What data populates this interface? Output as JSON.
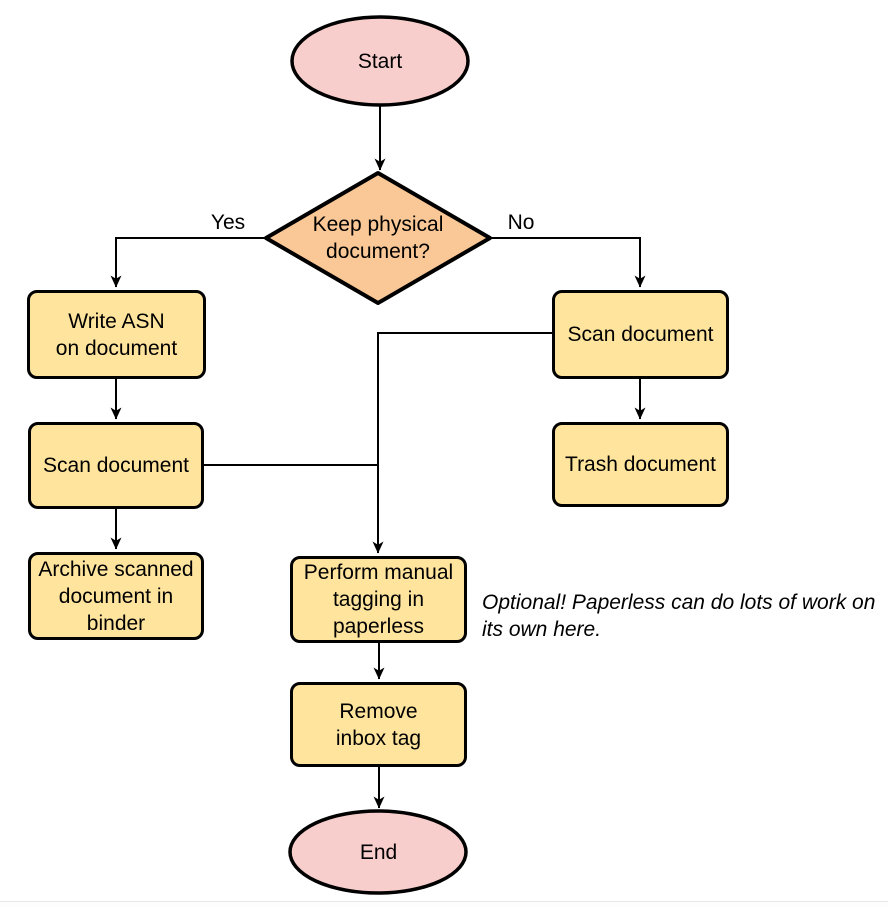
{
  "colors": {
    "terminator_fill": "#f8cecc",
    "decision_fill": "#fac896",
    "process_fill": "#ffe49e",
    "shape_stroke": "#000000",
    "edge_color": "#000000",
    "text_color": "#000000",
    "page_divider": "#e8e8e8"
  },
  "flowchart": {
    "nodes": {
      "start": {
        "shape": "terminator",
        "label": "Start"
      },
      "keep_physical": {
        "shape": "decision",
        "label": "Keep physical\ndocument?"
      },
      "write_asn": {
        "shape": "process",
        "label": "Write ASN\non document"
      },
      "scan_document_left": {
        "shape": "process",
        "label": "Scan document"
      },
      "archive_binder": {
        "shape": "process",
        "label": "Archive scanned\ndocument in\nbinder"
      },
      "scan_document_right": {
        "shape": "process",
        "label": "Scan document"
      },
      "trash_document": {
        "shape": "process",
        "label": "Trash document"
      },
      "manual_tagging": {
        "shape": "process",
        "label": "Perform manual\ntagging in\npaperless"
      },
      "remove_inbox_tag": {
        "shape": "process",
        "label": "Remove\ninbox tag"
      },
      "end": {
        "shape": "terminator",
        "label": "End"
      }
    },
    "edge_labels": {
      "yes": "Yes",
      "no": "No"
    },
    "note": "Optional! Paperless can do lots of work on\nits own here.",
    "edges": [
      {
        "from": "start",
        "to": "keep_physical"
      },
      {
        "from": "keep_physical",
        "to": "write_asn",
        "label": "Yes"
      },
      {
        "from": "keep_physical",
        "to": "scan_document_right",
        "label": "No"
      },
      {
        "from": "write_asn",
        "to": "scan_document_left"
      },
      {
        "from": "scan_document_left",
        "to": "archive_binder"
      },
      {
        "from": "scan_document_right",
        "to": "trash_document"
      },
      {
        "from": "scan_document_right",
        "to": "manual_tagging"
      },
      {
        "from": "scan_document_left",
        "to": "manual_tagging"
      },
      {
        "from": "manual_tagging",
        "to": "remove_inbox_tag"
      },
      {
        "from": "remove_inbox_tag",
        "to": "end"
      }
    ]
  }
}
